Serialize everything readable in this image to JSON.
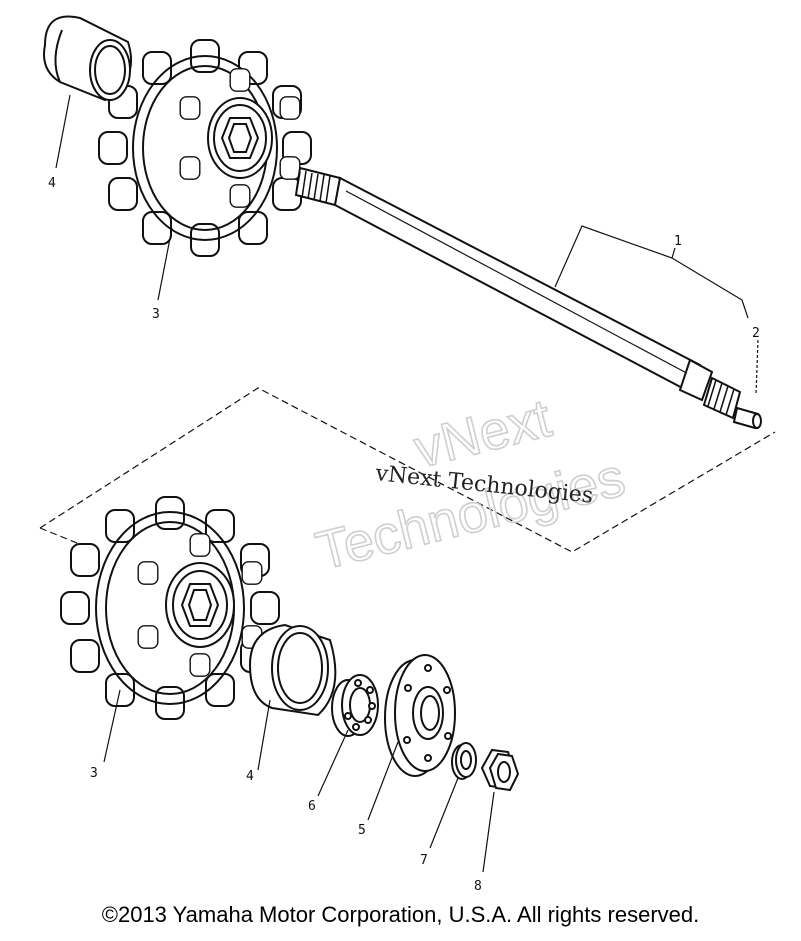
{
  "callouts": {
    "shaft": "1",
    "shaft_pin": "2",
    "sprocket_upper": "3",
    "sprocket_lower": "3",
    "collar_upper": "4",
    "collar_lower": "4",
    "housing": "5",
    "bearing": "6",
    "washer": "7",
    "nut": "8"
  },
  "watermark": {
    "line1": "vNext",
    "line2": "Technologies",
    "serif_text": "vNext Technologies"
  },
  "copyright": "©2013 Yamaha Motor Corporation, U.S.A. All rights reserved."
}
